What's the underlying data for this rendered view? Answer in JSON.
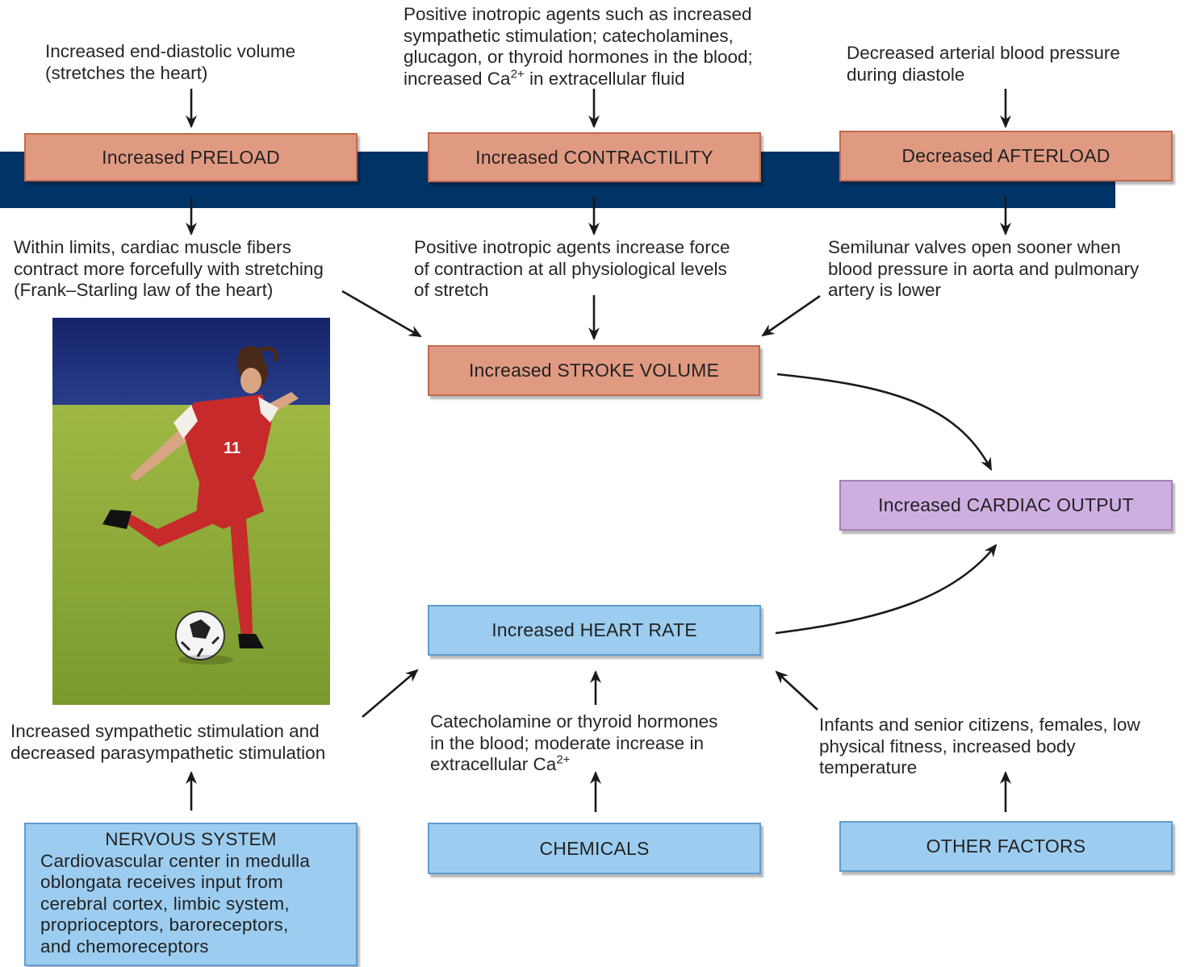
{
  "colors": {
    "navy_band": "#003366",
    "mechanical_box": "#e19a82",
    "output_box": "#cfaee2",
    "rate_box": "#9ccdf0",
    "arrow": "#1a1a1a"
  },
  "top_causes": {
    "preload": "Increased end-diastolic volume\n(stretches the heart)",
    "contractility_part1": "Positive inotropic agents such as increased\nsympathetic stimulation; catecholamines,\nglucagon, or thyroid hormones in the blood;\nincreased Ca",
    "contractility_sup": "2+",
    "contractility_part2": " in extracellular fluid",
    "afterload": "Decreased arterial blood pressure\nduring diastole"
  },
  "factor_boxes": {
    "preload": "Increased PRELOAD",
    "contractility": "Increased CONTRACTILITY",
    "afterload": "Decreased AFTERLOAD"
  },
  "mechanisms": {
    "preload": "Within limits, cardiac muscle fibers\ncontract more forcefully with stretching\n(Frank–Starling law of the heart)",
    "contractility": "Positive inotropic agents increase force\nof contraction at all physiological levels\nof stretch",
    "afterload": "Semilunar valves open sooner when\nblood pressure in aorta and pulmonary\nartery is lower"
  },
  "stroke_volume_box": "Increased STROKE VOLUME",
  "cardiac_output_box": "Increased CARDIAC OUTPUT",
  "heart_rate_box": "Increased HEART RATE",
  "heart_rate_causes": {
    "nervous": "Increased sympathetic stimulation and\ndecreased parasympathetic stimulation",
    "chemicals_part1": "Catecholamine or thyroid hormones\nin the blood; moderate increase in\nextracellular Ca",
    "chemicals_sup": "2+",
    "other": "Infants and senior citizens, females, low\nphysical fitness, increased body\ntemperature"
  },
  "source_boxes": {
    "nervous_title": "NERVOUS SYSTEM",
    "nervous_body": "Cardiovascular center in medulla\noblongata receives input from\ncerebral cortex, limbic system,\nproprioceptors, baroreceptors,\nand chemoreceptors",
    "chemicals": "CHEMICALS",
    "other": "OTHER FACTORS"
  },
  "photo": {
    "jersey_number": "11"
  }
}
